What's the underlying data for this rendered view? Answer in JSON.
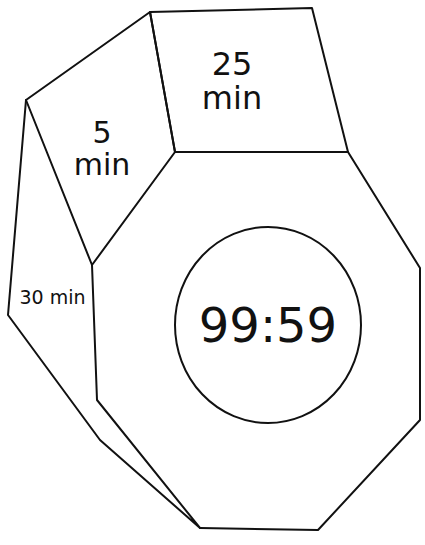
{
  "diagram": {
    "nodes": [
      {
        "text": [
          "25 min"
        ]
      },
      {
        "text": [
          "5 min"
        ]
      },
      {
        "text": [
          "30 min"
        ]
      },
      {
        "text": [
          "99:59"
        ]
      }
    ]
  }
}
